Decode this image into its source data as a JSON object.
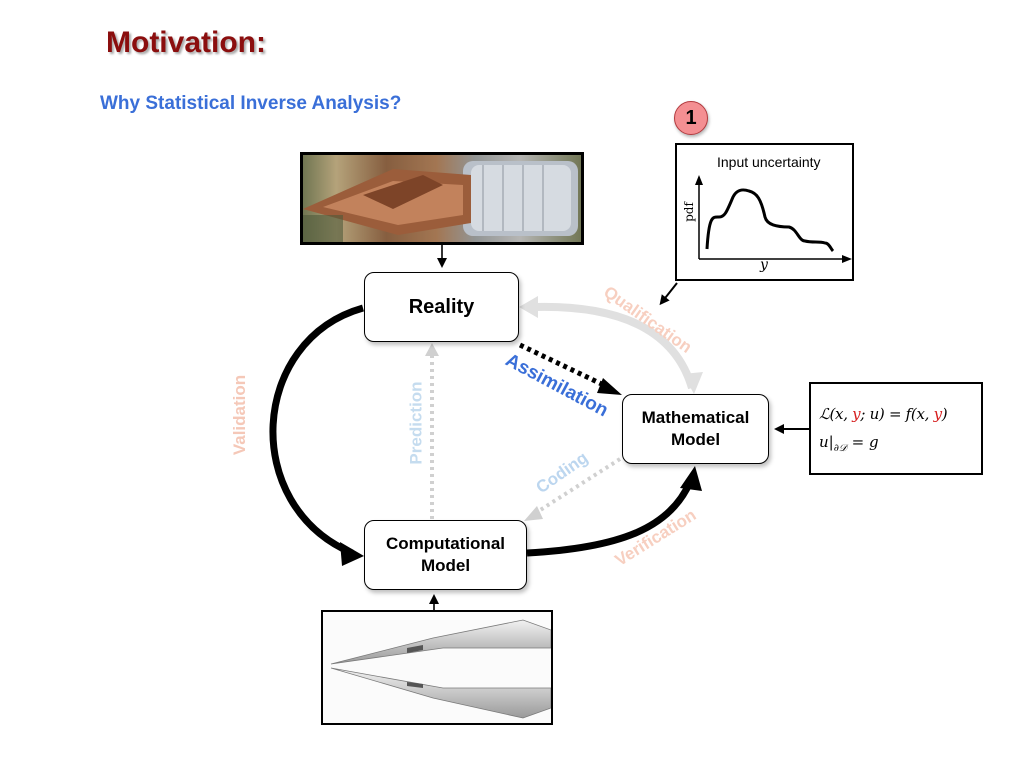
{
  "slide": {
    "title": "Motivation:",
    "subtitle": "Why Statistical Inverse Analysis?"
  },
  "nodes": {
    "reality": "Reality",
    "mathematical_model": [
      "Mathematical",
      "Model"
    ],
    "computational_model": [
      "Computational",
      "Model"
    ]
  },
  "edge_labels": {
    "qualification": "Qualification",
    "assimilation": "Assimilation",
    "validation": "Validation",
    "prediction": "Prediction",
    "coding": "Coding",
    "verification": "Verification"
  },
  "badge": "1",
  "inset_plot": {
    "title": "Input uncertainty",
    "ylabel": "pdf",
    "xlabel": "y"
  },
  "equation": {
    "line1": [
      "ℒ(x, ",
      "y",
      "; u) = f(x, ",
      "y",
      ")"
    ],
    "line2_main": "u|",
    "line2_sub": "∂𝒟",
    "line2_rest": " = g"
  },
  "colors": {
    "title": "#8b0e0e",
    "subtitle": "#3a6fd8",
    "assimilation": "#3a6fd8",
    "qualification": "#f7cfc0",
    "validation": "#f5c8b8",
    "prediction": "#c5dcef",
    "coding": "#bcd6ef",
    "verification": "#f7cfc0",
    "highlight_var": "#d62020",
    "badge": "#f48f92"
  }
}
